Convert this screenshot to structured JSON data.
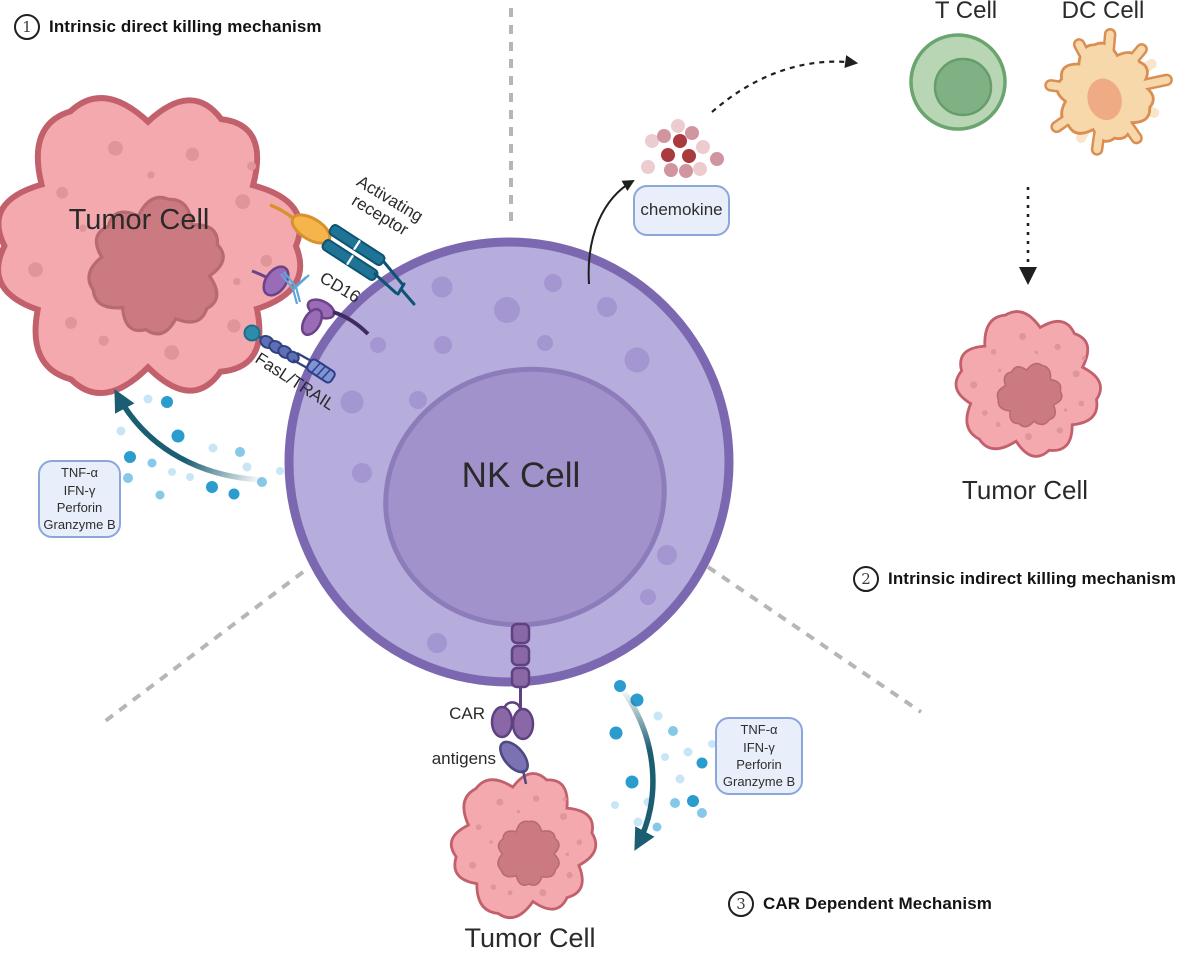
{
  "headings": [
    {
      "number": "1",
      "label": "Intrinsic direct killing mechanism"
    },
    {
      "number": "2",
      "label": "Intrinsic indirect killing mechanism"
    },
    {
      "number": "3",
      "label": "CAR Dependent Mechanism"
    }
  ],
  "cells": {
    "tumor_left": "Tumor Cell",
    "nk": "NK Cell",
    "t": "T Cell",
    "dc": "DC Cell",
    "tumor_right": "Tumor Cell",
    "tumor_bottom": "Tumor Cell"
  },
  "labels": {
    "activating_receptor": "Activating receptor",
    "cd16": "CD16",
    "fasl_trail": "FasL/TRAIL",
    "car": "CAR",
    "antigens": "antigens",
    "chemokine": "chemokine"
  },
  "cytokine_box_left": [
    "TNF-α",
    "IFN-γ",
    "Perforin",
    "Granzyme B"
  ],
  "cytokine_box_bottom": [
    "TNF-α",
    "IFN-γ",
    "Perforin",
    "Granzyme B"
  ],
  "colors": {
    "nk_fill": "#b6addc",
    "nk_border": "#7c68b0",
    "nk_nucleus": "#a292cb",
    "tumor_fill": "#f3a9ae",
    "tumor_border": "#c2606b",
    "tumor_nucleus": "#ca7a80",
    "t_cell_fill": "#b9d6b4",
    "t_cell_border": "#6aa46e",
    "dc_cell_fill": "#f7d8ab",
    "dc_cell_border": "#d98f52",
    "box_fill": "#e9eefb",
    "box_border": "#8ca6da",
    "teal_arrow": "#1b5e72",
    "dashed_divider": "#b6b6b6",
    "dot_blue_dark": "#2b9cce",
    "dot_red_dark": "#a93a3e",
    "activating_ligand": "#f6b54b",
    "activating_receptor": "#1f7495",
    "cd16_purple": "#9a6cb8",
    "antibody_blue": "#5ea7db",
    "fasl_teal": "#2e8cab",
    "fasl_beads": "#5d6fb8",
    "car_purple": "#8a68a6"
  }
}
